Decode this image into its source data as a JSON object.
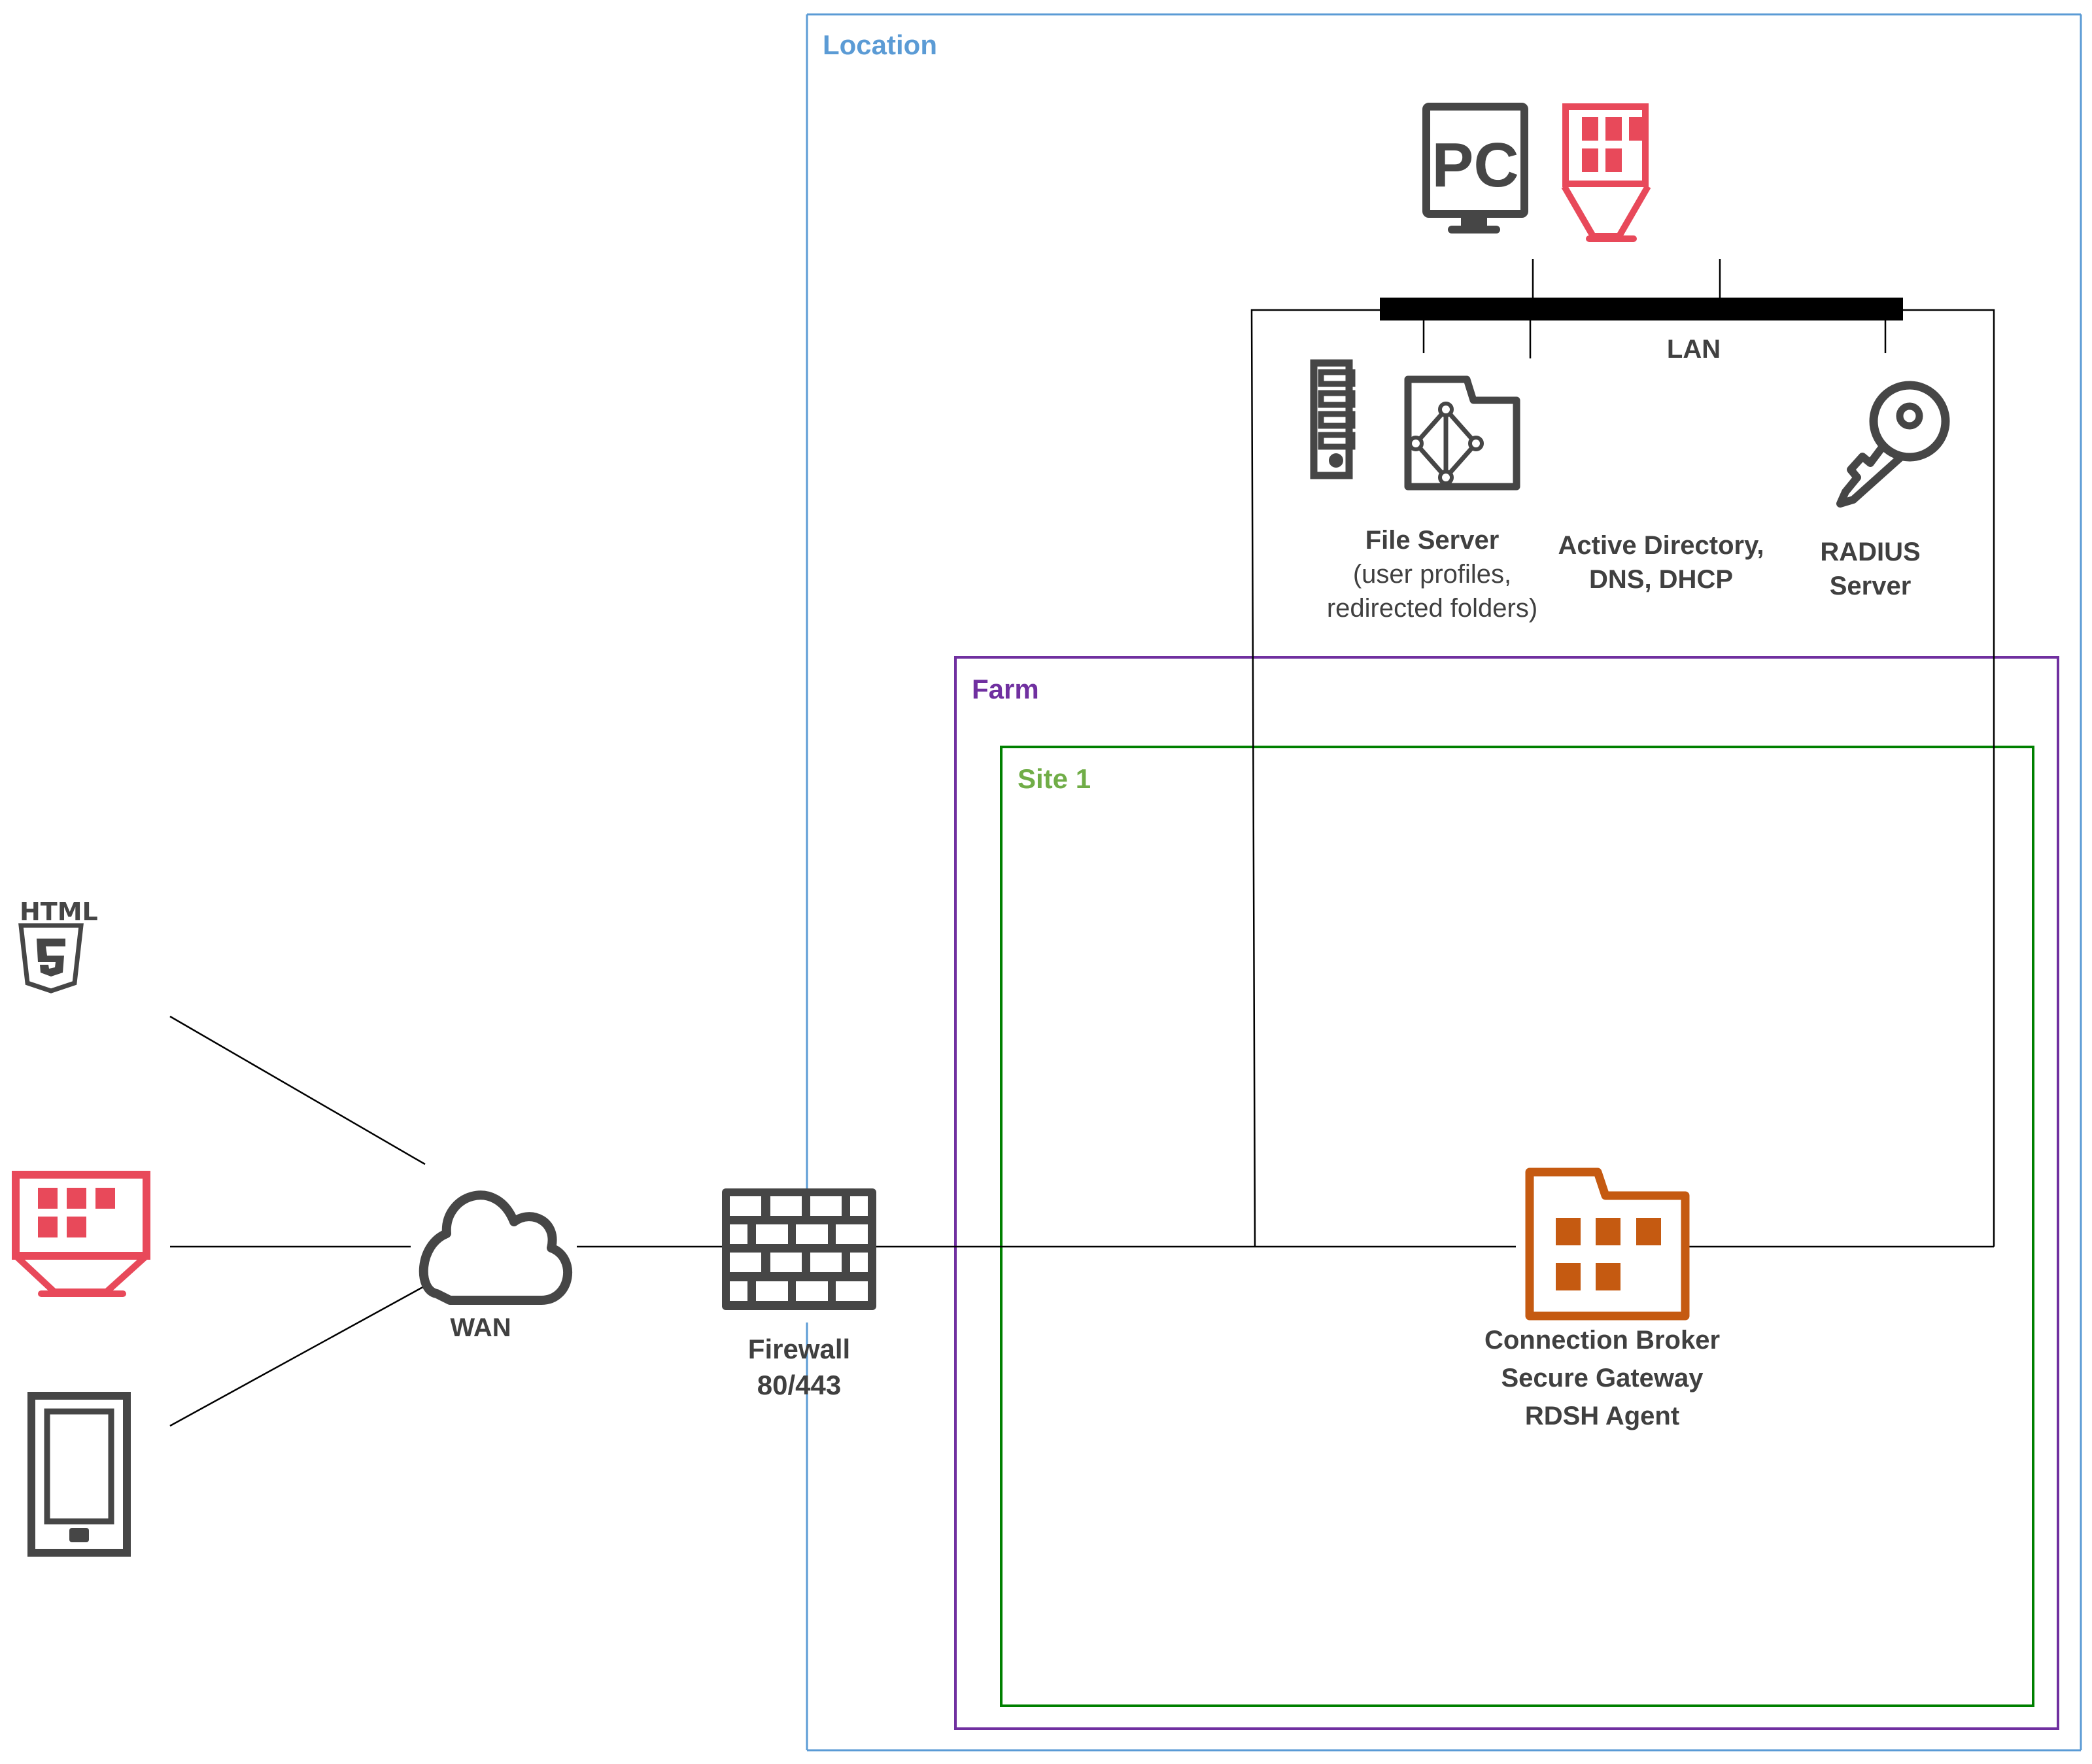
{
  "diagram": {
    "containers": {
      "location": {
        "title": "Location",
        "color": "#5b9bd5"
      },
      "farm": {
        "title": "Farm",
        "color": "#7030a0"
      },
      "site": {
        "title": "Site 1",
        "color": "#70ad47",
        "border_color": "#008000"
      }
    },
    "nodes": {
      "html5_client": {
        "icon": "html5-icon",
        "badge_text": "HTML",
        "badge_digit": "5"
      },
      "rdp_client": {
        "icon": "client-app-icon",
        "color": "#e8495a"
      },
      "tablet_client": {
        "icon": "tablet-icon"
      },
      "wan": {
        "icon": "cloud-icon",
        "label": "WAN"
      },
      "firewall": {
        "icon": "firewall-icon",
        "label_line1": "Firewall",
        "label_line2": "80/443"
      },
      "pc": {
        "icon": "pc-monitor-icon",
        "text": "PC"
      },
      "lan_client": {
        "icon": "client-app-icon",
        "color": "#e8495a"
      },
      "lan": {
        "label": "LAN"
      },
      "file_server": {
        "icon": "server-icon",
        "label_line1": "File Server",
        "label_line2": "(user profiles,",
        "label_line3": "redirected folders)"
      },
      "active_directory": {
        "icon": "directory-folder-icon",
        "label_line1": "Active Directory,",
        "label_line2": "DNS, DHCP"
      },
      "radius": {
        "icon": "key-icon",
        "label_line1": "RADIUS",
        "label_line2": "Server"
      },
      "connection_broker": {
        "icon": "broker-folder-icon",
        "color": "#c55a11",
        "label_line1": "Connection Broker",
        "label_line2": "Secure Gateway",
        "label_line3": "RDSH Agent"
      }
    },
    "colors": {
      "icon_gray": "#464646",
      "line": "#000000"
    }
  }
}
